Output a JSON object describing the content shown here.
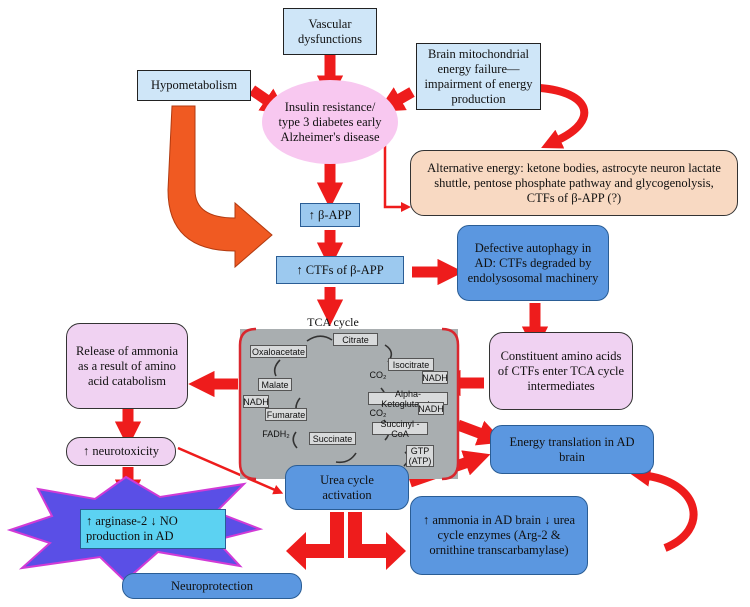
{
  "nodes": {
    "vascular": "Vascular dysfunctions",
    "hypometabolism": "Hypometabolism",
    "mitochondrial": "Brain mitochondrial energy failure— impairment of energy production",
    "insulin": "Insulin resistance/ type 3 diabetes early Alzheimer's disease",
    "alternative": "Alternative energy: ketone bodies, astrocyte neuron lactate shuttle, pentose phosphate pathway and glycogenolysis, CTFs of β-APP (?)",
    "beta_app": "↑ β-APP",
    "ctfs": "↑ CTFs of β-APP",
    "autophagy": "Defective autophagy in AD: CTFs degraded by endolysosomal machinery",
    "tca_label": "TCA cycle",
    "ammonia_release": "Release of ammonia as a result of amino acid catabolism",
    "constituent": "Constituent amino acids of CTFs enter TCA cycle intermediates",
    "neurotoxicity": "↑ neurotoxicity",
    "energy_translation": "Energy translation in AD brain",
    "urea": "Urea cycle activation",
    "arginase": "↑ arginase-2 ↓ NO production in AD",
    "ammonia_brain": "↑ ammonia in AD brain ↓ urea cycle enzymes (Arg-2 & ornithine transcarbamylase)",
    "neuroprotection": "Neuroprotection"
  },
  "tca_cycle": {
    "citrate": "Citrate",
    "oxaloacetate": "Oxaloacetate",
    "isocitrate": "Isocitrate",
    "co2_a": "CO₂",
    "nadh_a": "NADH",
    "malate": "Malate",
    "alpha_kg": "Alpha- Ketoglutarate",
    "co2_b": "CO₂",
    "nadh_b": "NADH",
    "nadh_c": "NADH",
    "fumarate": "Fumarate",
    "fadh2": "FADH₂",
    "succinate": "Succinate",
    "succinyl": "Succinyl -CoA",
    "gtp": "GTP (ATP)"
  },
  "colors": {
    "arrow_red": "#ee1c1c",
    "big_arrow": "#f05a22",
    "box_blue": "#5b97e0",
    "box_pink": "#f0d2f2",
    "box_peach": "#f8d9c2",
    "star_purple": "#5a4fe6",
    "tca_bg": "#a9aeb0"
  }
}
